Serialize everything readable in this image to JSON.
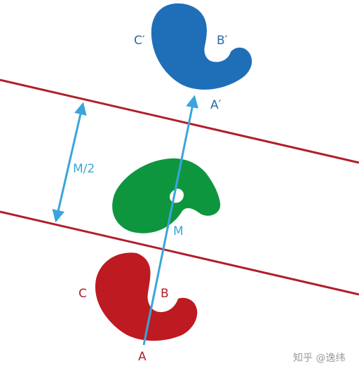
{
  "colors": {
    "mirror_line": "#b01e2a",
    "arrow": "#3aa5db",
    "shape_original": "#be1a22",
    "shape_middle": "#0e963f",
    "shape_image": "#1f6fb8",
    "label_red": "#b01e2a",
    "label_blue": "#2a6aa8",
    "label_arrow": "#3aa5db",
    "watermark": "#9a9a9a"
  },
  "labels": {
    "a": "A",
    "b": "B",
    "c": "C",
    "a_prime": "A′",
    "b_prime": "B′",
    "c_prime": "C′",
    "m": "M",
    "m_half": "M/2"
  },
  "watermark": "知乎 @逸纬"
}
